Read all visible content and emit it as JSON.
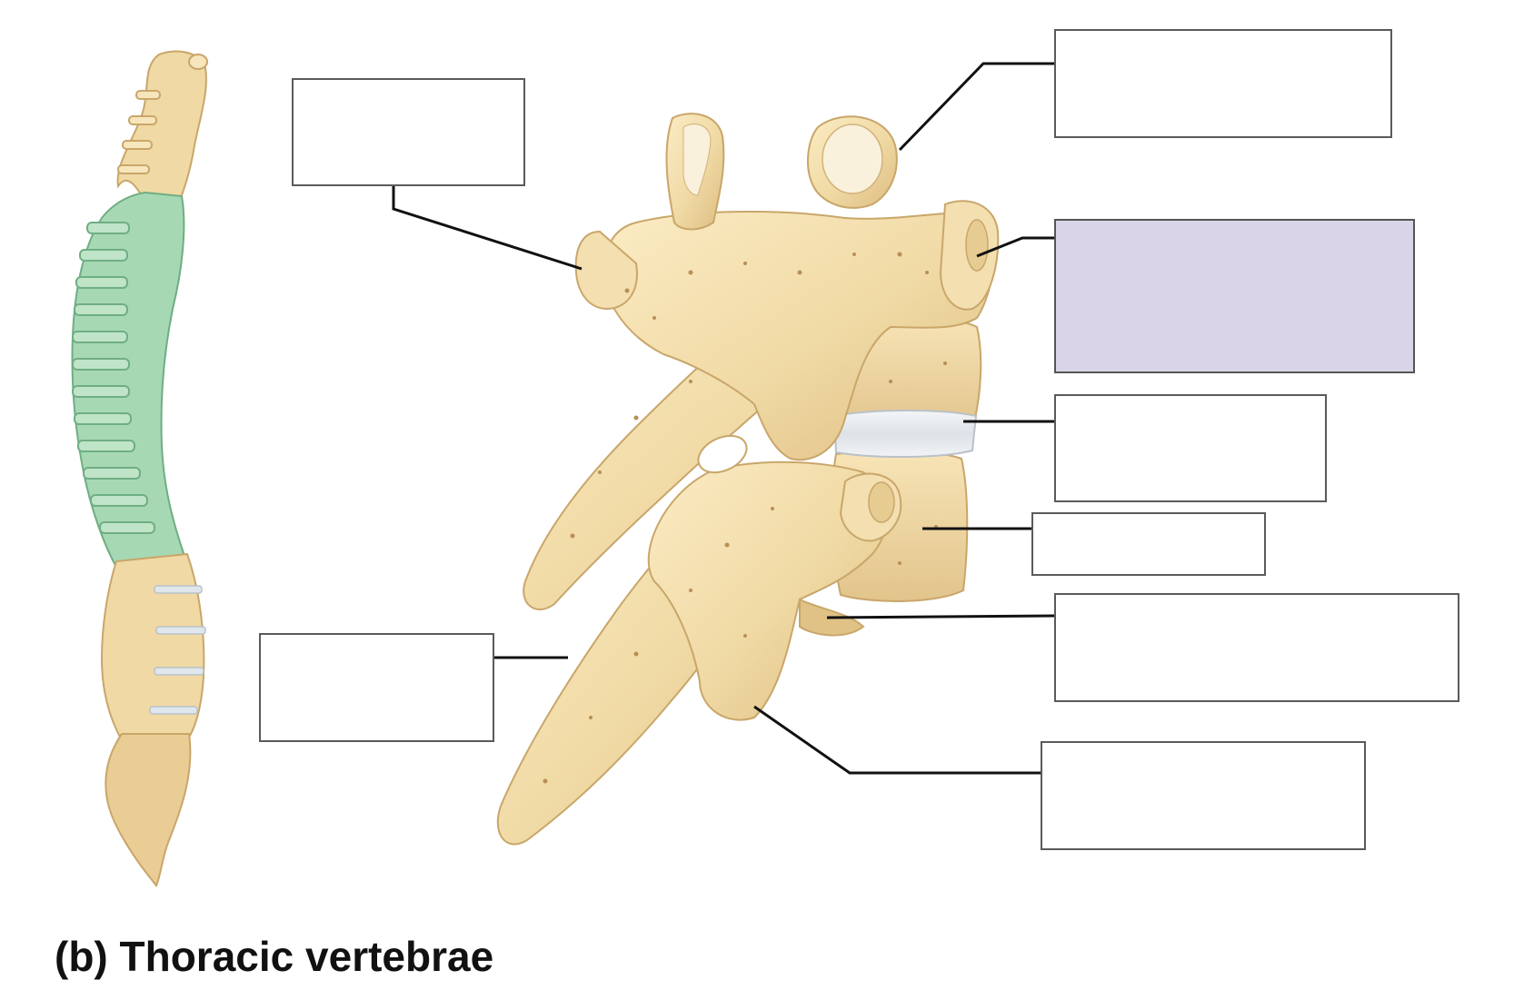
{
  "caption": "(b) Thoracic vertebrae",
  "colors": {
    "bone": "#f0d9a4",
    "bone_shadow": "#d8b777",
    "bone_highlight": "#fbf0d2",
    "thoracic_region": "#a7d8b4",
    "thoracic_shadow": "#7fbf93",
    "disc": "#e9ecef",
    "leader_line": "#111111",
    "box_border": "#5a5a5a",
    "box_highlight_fill": "#d9d4e8",
    "box_fill": "#ffffff"
  },
  "label_boxes": [
    {
      "id": "box-top-left",
      "highlighted": false
    },
    {
      "id": "box-top-right",
      "highlighted": false
    },
    {
      "id": "box-right-2",
      "highlighted": true
    },
    {
      "id": "box-right-3",
      "highlighted": false
    },
    {
      "id": "box-right-4",
      "highlighted": false
    },
    {
      "id": "box-right-5",
      "highlighted": false
    },
    {
      "id": "box-bottom-right",
      "highlighted": false
    },
    {
      "id": "box-bottom-left",
      "highlighted": false
    }
  ]
}
